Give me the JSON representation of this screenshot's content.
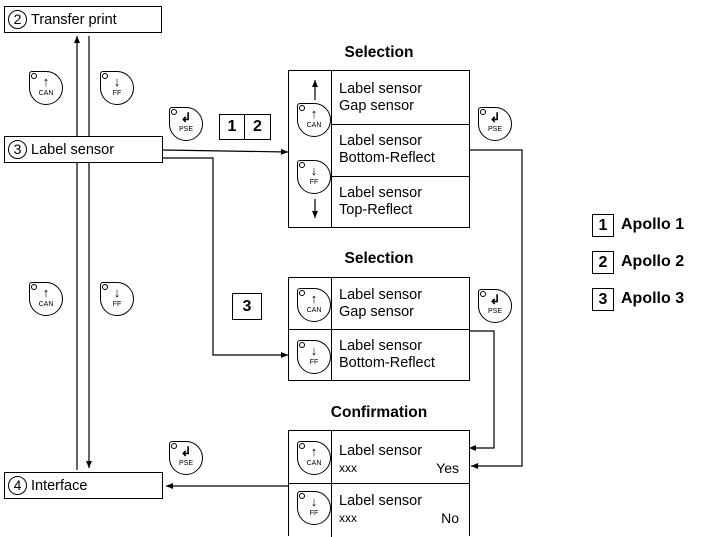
{
  "menu": {
    "transfer_print": {
      "num": "2",
      "label": "Transfer print"
    },
    "label_sensor": {
      "num": "3",
      "label": "Label sensor"
    },
    "interface": {
      "num": "4",
      "label": "Interface"
    }
  },
  "keys": {
    "can": "CAN",
    "ff": "FF",
    "pse": "PSE"
  },
  "selection_apollo12": {
    "title": "Selection",
    "options": [
      {
        "line1": "Label sensor",
        "line2": "Gap sensor"
      },
      {
        "line1": "Label sensor",
        "line2": "Bottom-Reflect"
      },
      {
        "line1": "Label sensor",
        "line2": "Top-Reflect"
      }
    ]
  },
  "selection_apollo3": {
    "title": "Selection",
    "options": [
      {
        "line1": "Label sensor",
        "line2": "Gap sensor"
      },
      {
        "line1": "Label sensor",
        "line2": "Bottom-Reflect"
      }
    ]
  },
  "confirmation": {
    "title": "Confirmation",
    "options": [
      {
        "line1": "Label sensor",
        "value": "xxx",
        "answer": "Yes"
      },
      {
        "line1": "Label sensor",
        "value": "xxx",
        "answer": "No"
      }
    ]
  },
  "model_tags": {
    "tag1": "1",
    "tag2": "2",
    "tag3": "3"
  },
  "legend": [
    {
      "num": "1",
      "name": "Apollo 1"
    },
    {
      "num": "2",
      "name": "Apollo 2"
    },
    {
      "num": "3",
      "name": "Apollo 3"
    }
  ]
}
